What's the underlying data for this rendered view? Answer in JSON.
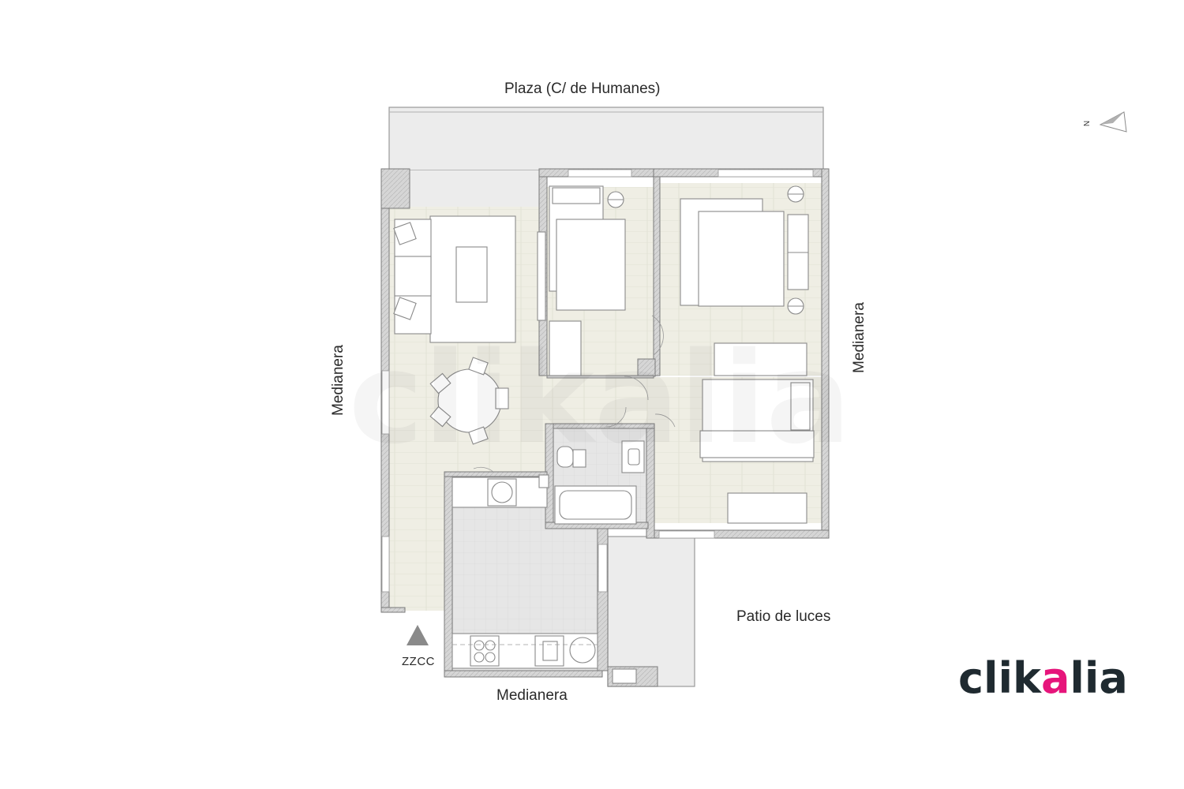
{
  "labels": {
    "street": "Plaza (C/ de Humanes)",
    "party_wall_left": "Medianera",
    "party_wall_right": "Medianera",
    "party_wall_bottom": "Medianera",
    "light_well": "Patio de luces",
    "common_areas": "ZZCC",
    "north": "N"
  },
  "logo": {
    "text": "clikalia",
    "accent_color": "#e6157b",
    "text_color": "#1f2a30"
  },
  "colors": {
    "wall": "#cfcfcf",
    "wall_outline": "#7a7a7a",
    "floor_wood": "#efeee4",
    "floor_tile": "#e8e8e8",
    "terrace": "#ececec",
    "furniture_stroke": "#8a8a8a"
  }
}
